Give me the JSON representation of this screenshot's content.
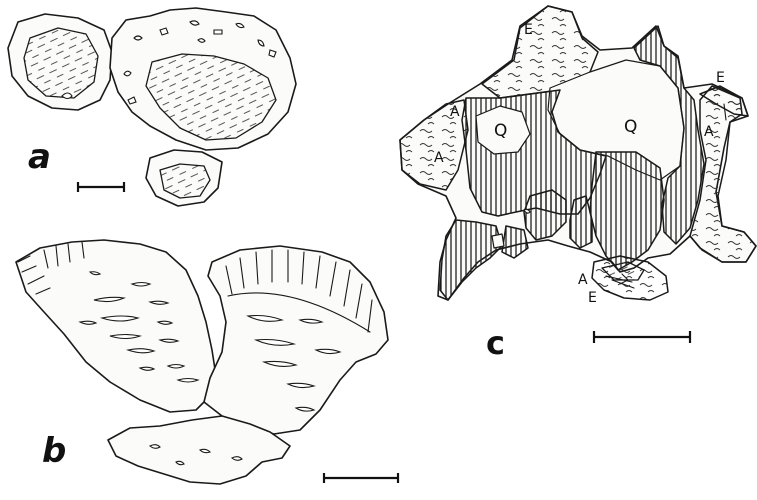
{
  "panels": {
    "a": {
      "letter": "a"
    },
    "b": {
      "letter": "b"
    },
    "c": {
      "letter": "c",
      "labels": {
        "q1": "Q",
        "q2": "Q",
        "e_top": "E",
        "e_right": "E",
        "e_bottom": "E",
        "a_left_top": "A",
        "a_left": "A",
        "a_right": "A",
        "a_bottom": "A"
      }
    }
  }
}
